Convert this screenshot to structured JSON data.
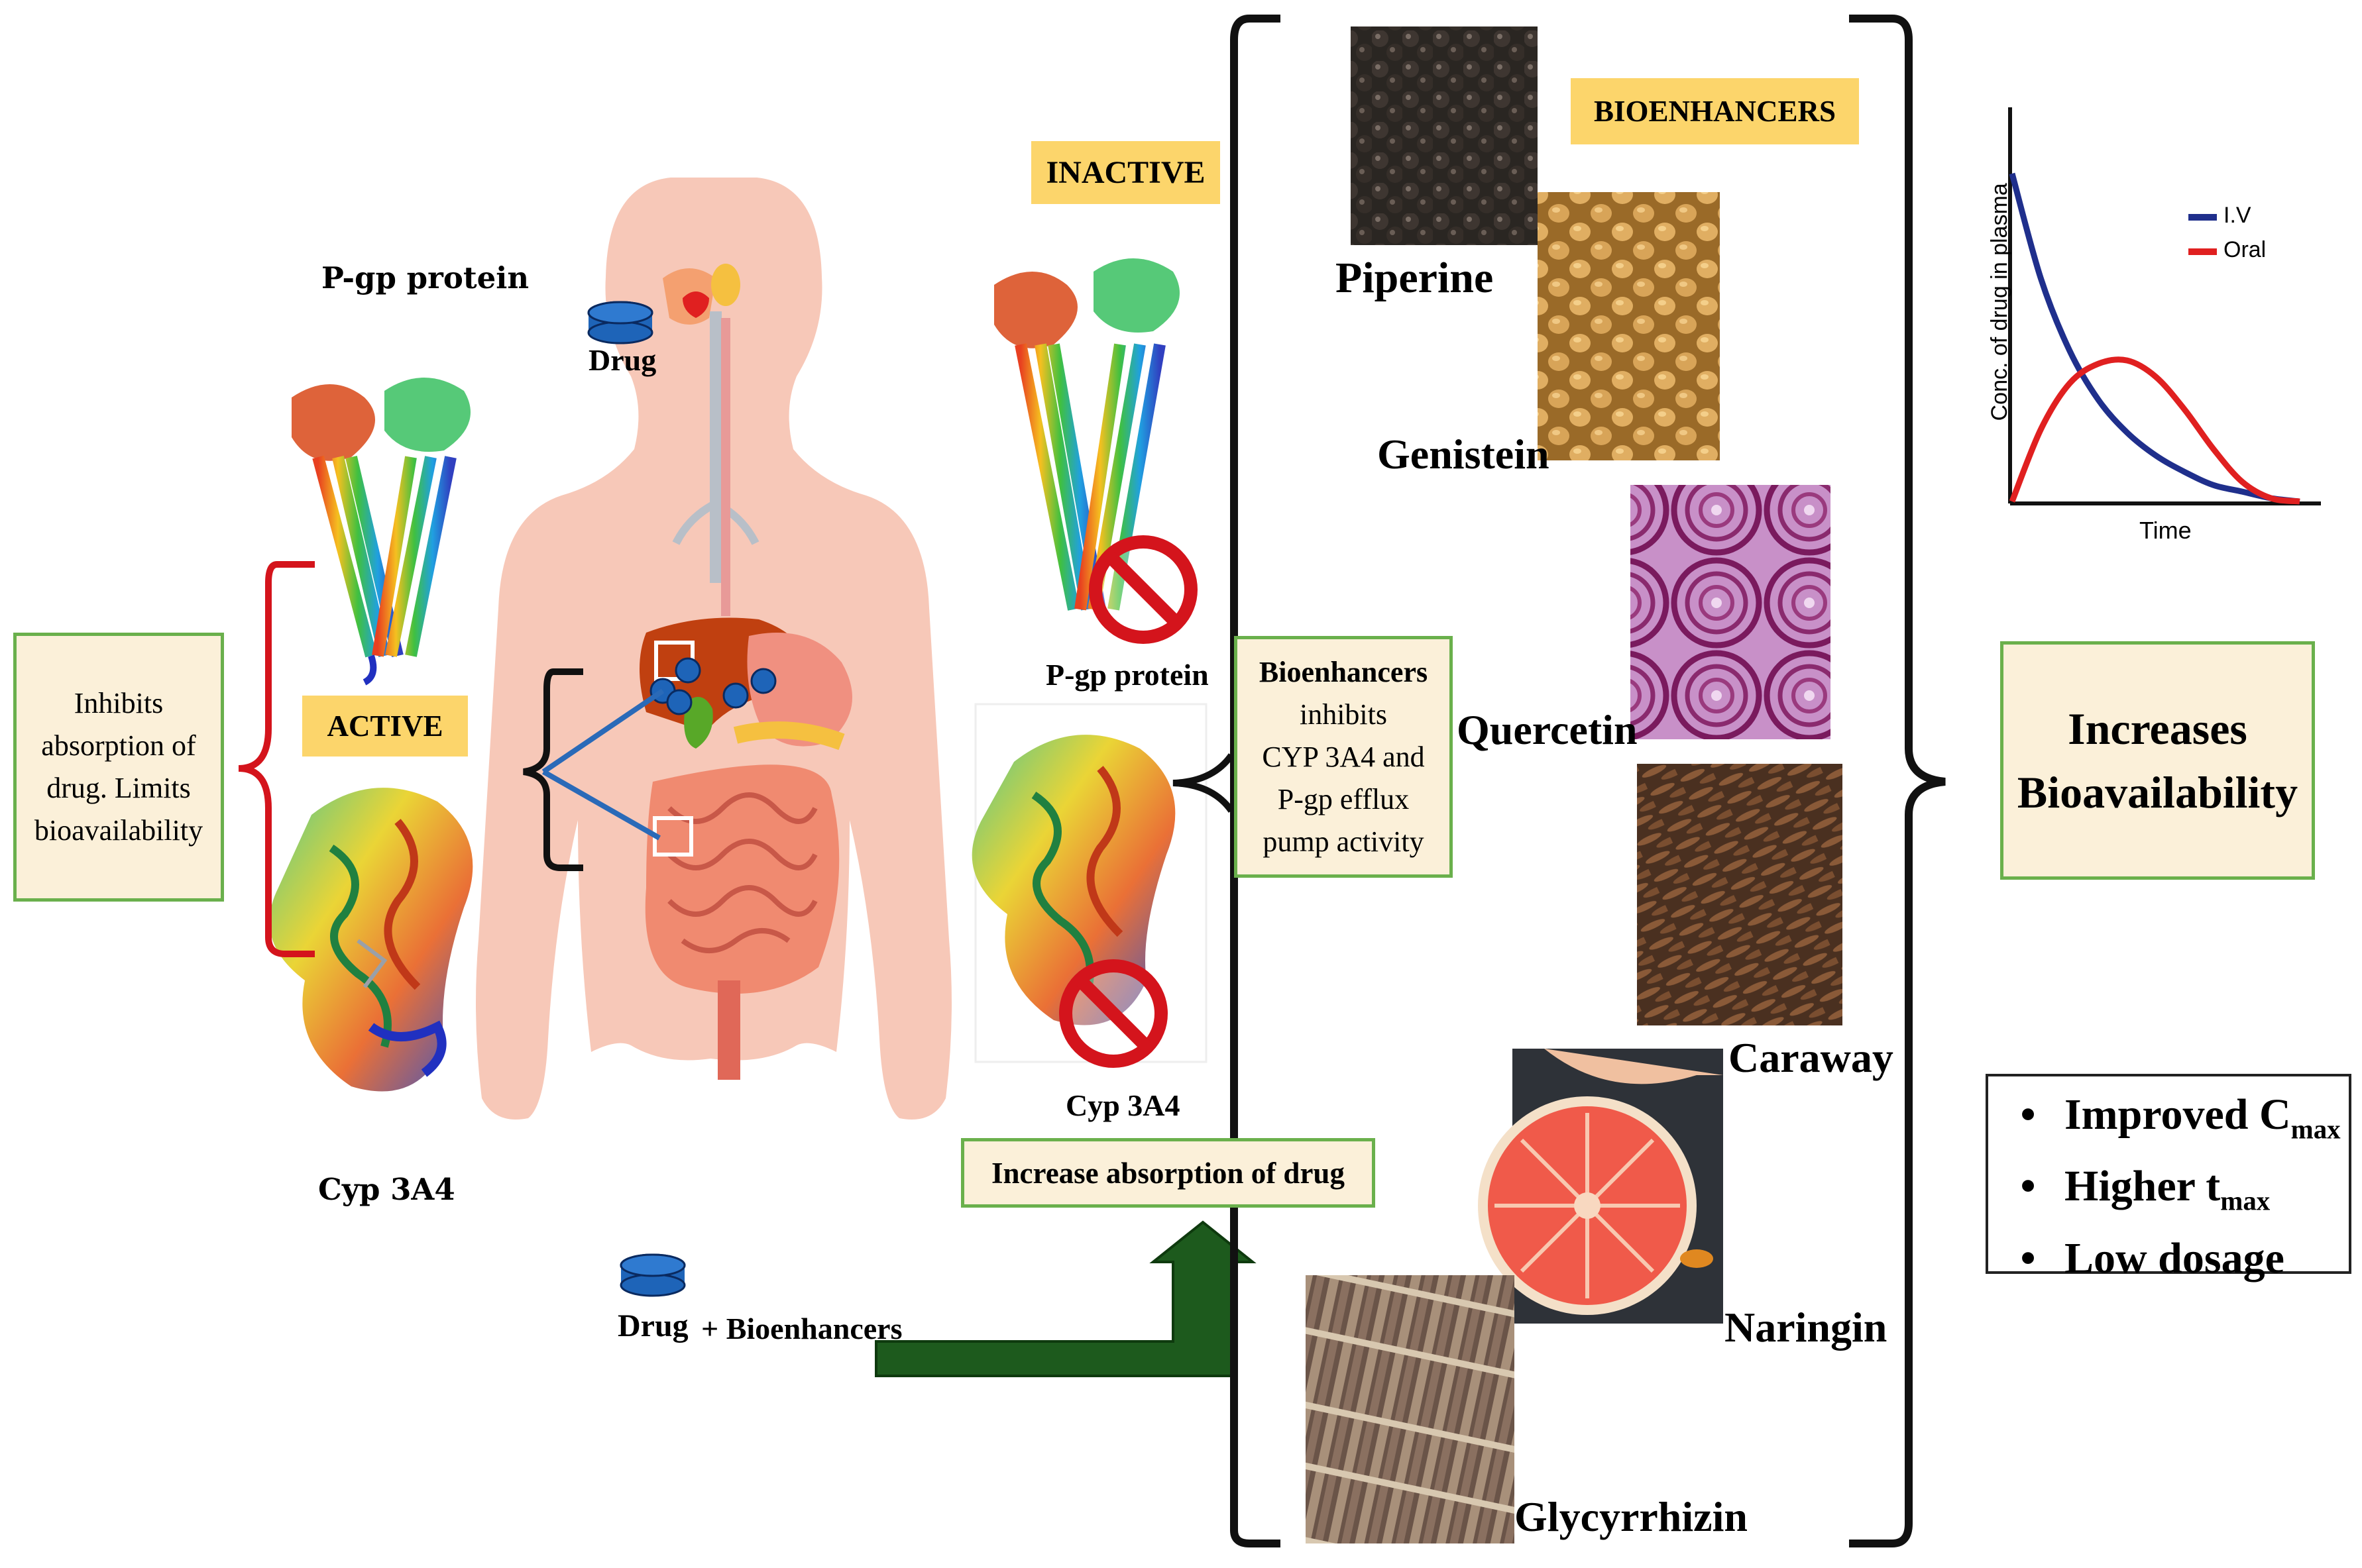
{
  "left": {
    "pgp_label": "P-gp protein",
    "cyp_label": "Cyp 3A4",
    "active_tag": "ACTIVE",
    "inhibit_box": [
      "Inhibits",
      "absorption of",
      "drug. Limits",
      "bioavailability"
    ]
  },
  "center": {
    "drug_label_top": "Drug",
    "drug_label_bottom": "Drug",
    "plus_bioenhancers": "+ Bioenhancers"
  },
  "middle": {
    "inactive_tag": "INACTIVE",
    "pgp_label": "P-gp protein",
    "cyp_label": "Cyp 3A4",
    "bioenhancer_box": [
      "Bioenhancers",
      "inhibits",
      "CYP 3A4 and",
      "P-gp efflux",
      "pump activity"
    ],
    "increase_absorption": "Increase absorption of drug"
  },
  "bioenhancers": {
    "tag": "BIOENHANCERS",
    "items": [
      "Piperine",
      "Genistein",
      "Quercetin",
      "Caraway",
      "Naringin",
      "Glycyrrhizin"
    ]
  },
  "chart": {
    "ylabel": "Conc. of drug in plasma",
    "xlabel": "Time",
    "legend": [
      "I.V",
      "Oral"
    ]
  },
  "chart_data": {
    "type": "line",
    "xlabel": "Time",
    "ylabel": "Conc. of drug in plasma",
    "x": [
      0,
      1,
      2,
      3,
      4,
      5,
      6,
      7,
      8,
      9,
      10
    ],
    "series": [
      {
        "name": "I.V",
        "color": "#1f2f8c",
        "values": [
          100,
          68,
          46,
          31,
          21,
          14,
          9,
          5,
          3,
          1,
          0
        ]
      },
      {
        "name": "Oral",
        "color": "#e02020",
        "values": [
          0,
          22,
          36,
          42,
          43,
          38,
          28,
          16,
          6,
          1,
          0
        ]
      }
    ],
    "legend_position": "top-right",
    "grid": false
  },
  "outcome": {
    "main_box": [
      "Increases",
      "Bioavailability"
    ],
    "bullets": [
      {
        "text": "Improved C",
        "sub": "max"
      },
      {
        "text": "Higher t",
        "sub": "max"
      },
      {
        "text": "Low dosage",
        "sub": ""
      }
    ]
  },
  "colors": {
    "tag_yellow": "#fcd56b",
    "box_green_border": "#6ab04c",
    "box_fill": "#fbf0d9",
    "arrow_green": "#1d5a1d",
    "prohibit_red": "#d4141c",
    "bracket_red": "#d4141c",
    "drug_blue": "#1e64b8"
  }
}
